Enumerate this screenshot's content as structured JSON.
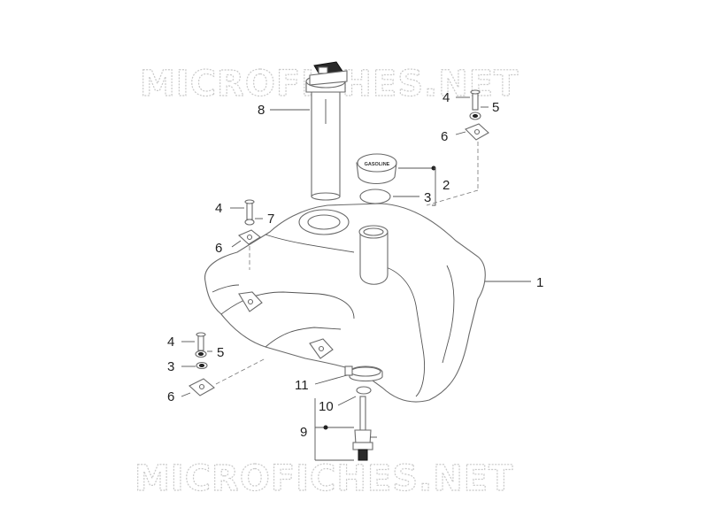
{
  "watermark": {
    "text": "MICROFICHES.NET"
  },
  "cap": {
    "label": "GASOLINE"
  },
  "callouts": [
    {
      "id": "c8",
      "label": "8"
    },
    {
      "id": "c4a",
      "label": "4"
    },
    {
      "id": "c5a",
      "label": "5"
    },
    {
      "id": "c6a",
      "label": "6"
    },
    {
      "id": "c2",
      "label": "2"
    },
    {
      "id": "c3a",
      "label": "3"
    },
    {
      "id": "c4b",
      "label": "4"
    },
    {
      "id": "c7",
      "label": "7"
    },
    {
      "id": "c6b",
      "label": "6"
    },
    {
      "id": "c1",
      "label": "1"
    },
    {
      "id": "c4c",
      "label": "4"
    },
    {
      "id": "c5b",
      "label": "5"
    },
    {
      "id": "c3b",
      "label": "3"
    },
    {
      "id": "c6c",
      "label": "6"
    },
    {
      "id": "c11",
      "label": "11"
    },
    {
      "id": "c10",
      "label": "10"
    },
    {
      "id": "c9",
      "label": "9"
    }
  ]
}
